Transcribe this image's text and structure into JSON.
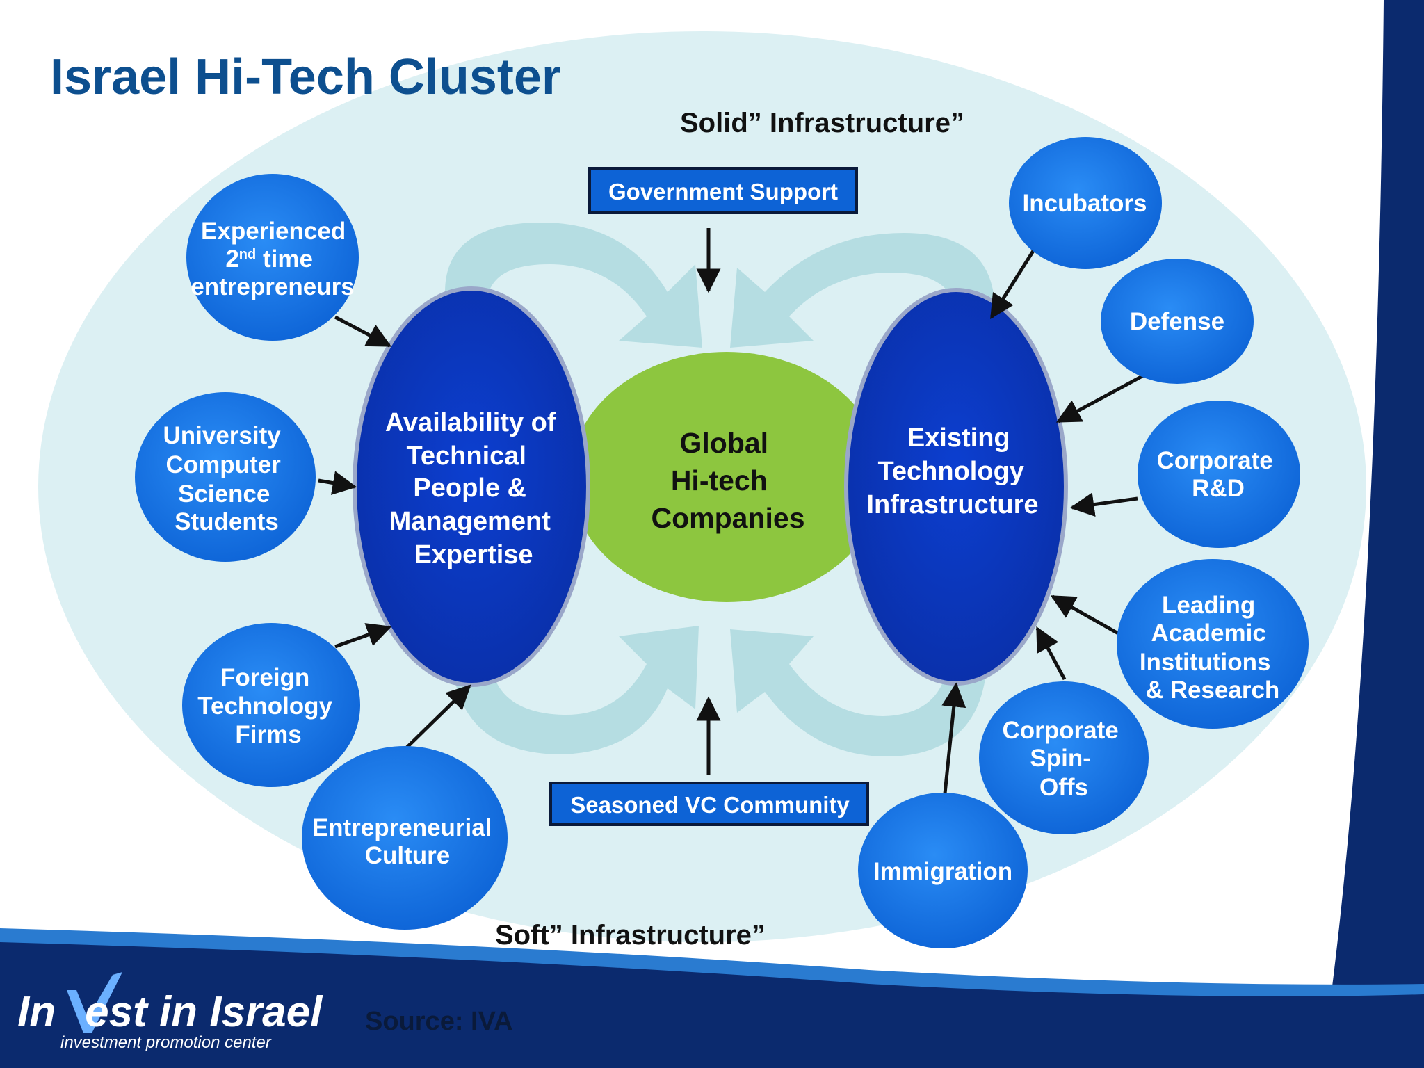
{
  "title": "Israel Hi-Tech Cluster",
  "bands": {
    "top": "Solid” Infrastructure”",
    "bottom": "Soft” Infrastructure”"
  },
  "hub": {
    "lines": [
      "Global",
      "Hi-tech",
      "Companies"
    ]
  },
  "left_pillar": {
    "lines": [
      "Availability of",
      "Technical",
      "People &",
      "Management",
      "Expertise"
    ]
  },
  "right_pillar": {
    "lines": [
      "Existing",
      "Technology",
      "Infrastructure"
    ]
  },
  "boxes": {
    "government": "Government Support",
    "vc": "Seasoned VC Community"
  },
  "left_bubbles": {
    "experienced": {
      "line1": "Experienced",
      "line2_main": "2",
      "line2_sup": "nd",
      "line2_rest": " time",
      "line3": "entrepreneurs"
    },
    "university": {
      "lines": [
        "University",
        "Computer",
        "Science",
        "Students"
      ]
    },
    "foreign": {
      "lines": [
        "Foreign",
        "Technology",
        "Firms"
      ]
    },
    "culture": {
      "lines": [
        "Entrepreneurial",
        "Culture"
      ]
    }
  },
  "right_bubbles": {
    "incubators": {
      "lines": [
        "Incubators"
      ]
    },
    "defense": {
      "lines": [
        "Defense"
      ]
    },
    "corporate_rd": {
      "lines": [
        "Corporate",
        "R&D"
      ]
    },
    "academic": {
      "lines": [
        "Leading",
        "Academic",
        "Institutions",
        "& Research"
      ]
    },
    "spinoffs": {
      "lines": [
        "Corporate",
        "Spin-",
        "Offs"
      ]
    },
    "immigration": {
      "lines": [
        "Immigration"
      ]
    }
  },
  "footer": {
    "source": "Source: IVA",
    "logo_main_left": "In",
    "logo_main_right": "est in Israel",
    "logo_sub": "investment promotion center"
  },
  "colors": {
    "title": "#0d4f8f",
    "bubble": "#1473e6",
    "pillar": "#0b38c4",
    "hub": "#8dc63f",
    "footer_navy": "#0b2a6e",
    "ellipse": "#dcf0f3",
    "swirl": "#b5dde2"
  }
}
